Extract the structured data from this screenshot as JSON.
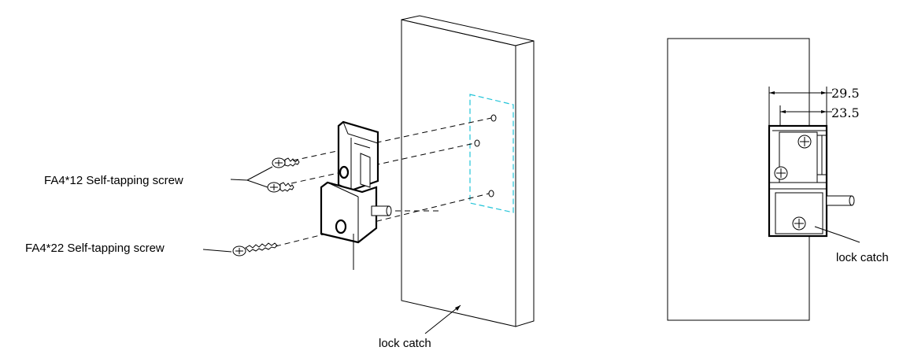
{
  "labels": {
    "screw_short": "FA4*12 Self-tapping screw",
    "screw_long": "FA4*22 Self-tapping screw",
    "lock_catch_left": "lock catch",
    "lock_catch_right": "lock catch"
  },
  "dimensions": {
    "outer": "29.5",
    "inner": "23.5"
  },
  "colors": {
    "template_outline": "#22c4d8",
    "lines": "#000000"
  }
}
